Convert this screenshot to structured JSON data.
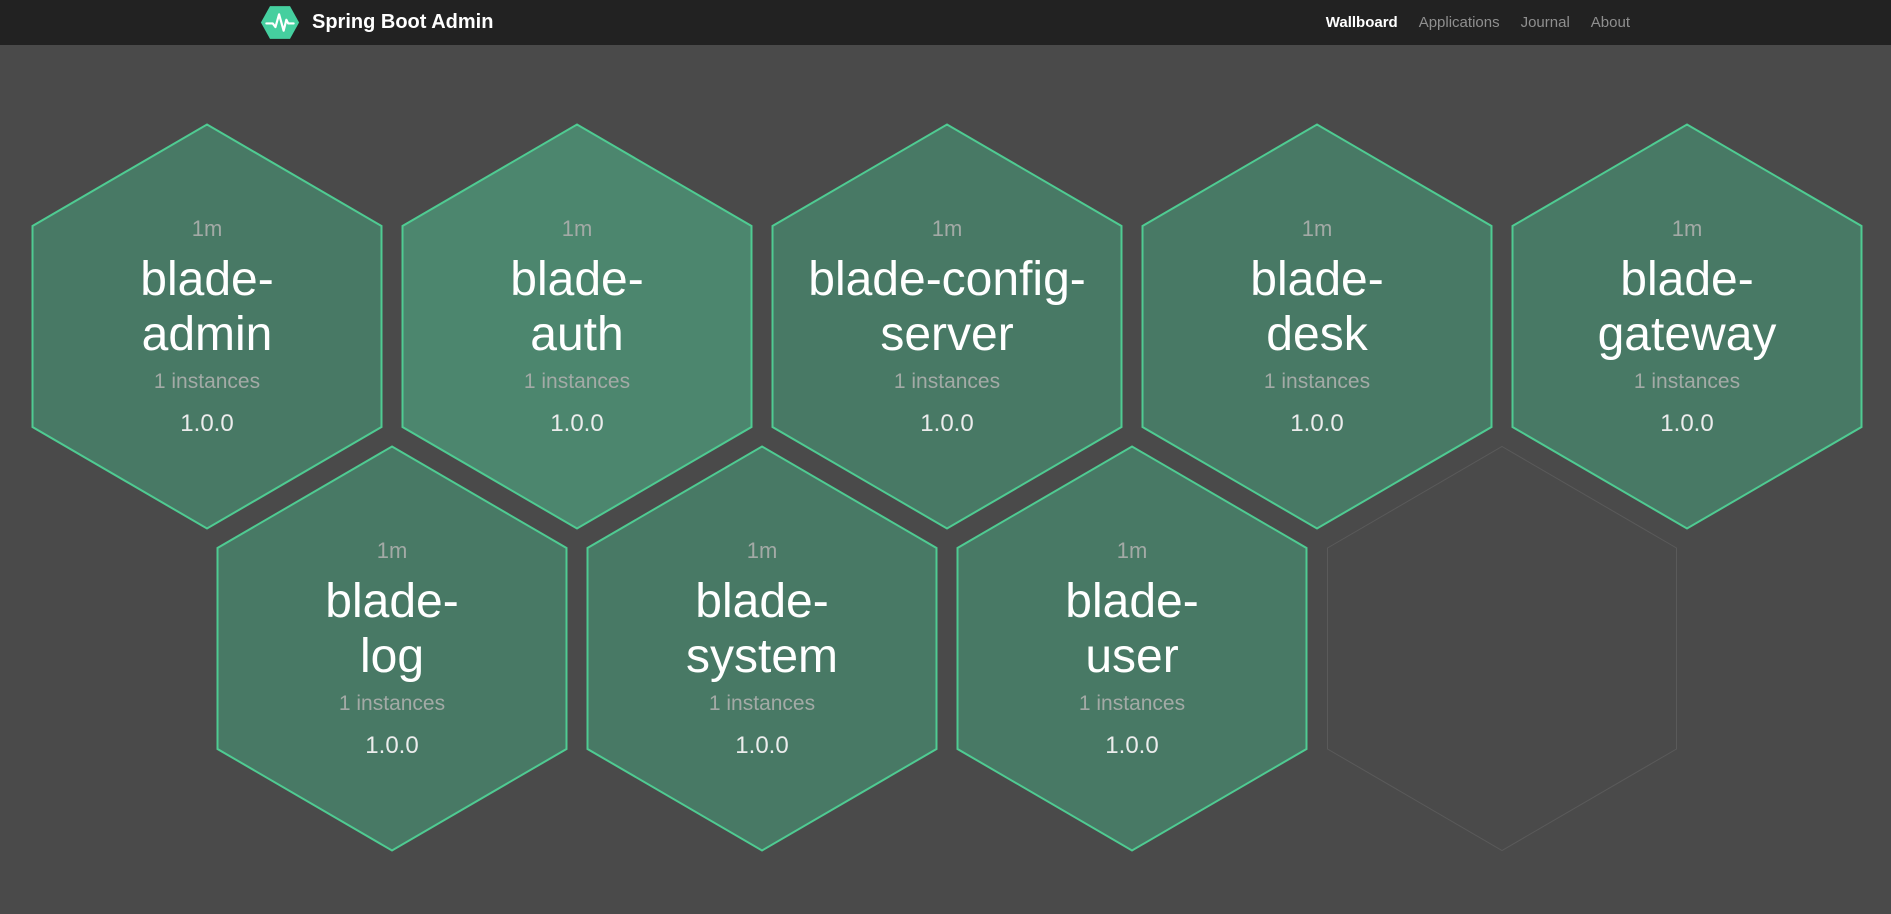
{
  "navbar": {
    "brand": "Spring Boot Admin",
    "items": [
      {
        "label": "Wallboard",
        "active": true
      },
      {
        "label": "Applications",
        "active": false
      },
      {
        "label": "Journal",
        "active": false
      },
      {
        "label": "About",
        "active": false
      }
    ]
  },
  "colors": {
    "navbar_bg": "#222222",
    "page_bg": "#4a4a4a",
    "brand_hex_fill": "#45cf9f",
    "hex_fill": "#487965",
    "hex_fill_highlight": "#4c866e",
    "hex_border": "#4fcb92",
    "empty_hex_fill": "#4a4a4a",
    "empty_hex_border": "#5a5a5a",
    "uptime_text": "#a3aaa6",
    "name_text": "#ffffff"
  },
  "wallboard": {
    "apps": [
      {
        "name": "blade-admin",
        "name_lines": [
          "blade-",
          "admin"
        ],
        "uptime": "1m",
        "instances_label": "1 instances",
        "version": "1.0.0",
        "status": "up",
        "highlight": false
      },
      {
        "name": "blade-auth",
        "name_lines": [
          "blade-",
          "auth"
        ],
        "uptime": "1m",
        "instances_label": "1 instances",
        "version": "1.0.0",
        "status": "up",
        "highlight": true
      },
      {
        "name": "blade-config-server",
        "name_lines": [
          "blade-config-",
          "server"
        ],
        "uptime": "1m",
        "instances_label": "1 instances",
        "version": "1.0.0",
        "status": "up",
        "highlight": false
      },
      {
        "name": "blade-desk",
        "name_lines": [
          "blade-",
          "desk"
        ],
        "uptime": "1m",
        "instances_label": "1 instances",
        "version": "1.0.0",
        "status": "up",
        "highlight": false
      },
      {
        "name": "blade-gateway",
        "name_lines": [
          "blade-",
          "gateway"
        ],
        "uptime": "1m",
        "instances_label": "1 instances",
        "version": "1.0.0",
        "status": "up",
        "highlight": false
      },
      {
        "name": "blade-log",
        "name_lines": [
          "blade-",
          "log"
        ],
        "uptime": "1m",
        "instances_label": "1 instances",
        "version": "1.0.0",
        "status": "up",
        "highlight": false
      },
      {
        "name": "blade-system",
        "name_lines": [
          "blade-",
          "system"
        ],
        "uptime": "1m",
        "instances_label": "1 instances",
        "version": "1.0.0",
        "status": "up",
        "highlight": false
      },
      {
        "name": "blade-user",
        "name_lines": [
          "blade-",
          "user"
        ],
        "uptime": "1m",
        "instances_label": "1 instances",
        "version": "1.0.0",
        "status": "up",
        "highlight": false
      }
    ],
    "empty_cells": 1
  }
}
